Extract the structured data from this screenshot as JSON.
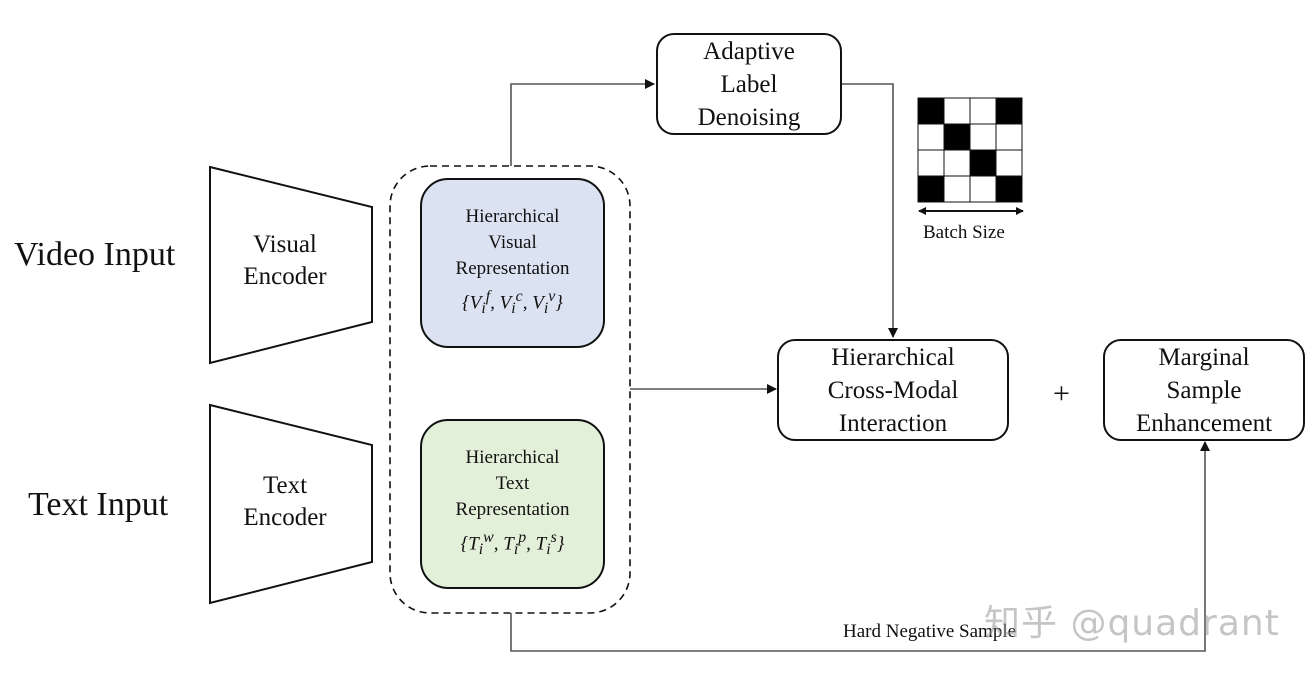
{
  "inputs": {
    "video": "Video Input",
    "text": "Text Input"
  },
  "encoders": {
    "visual": [
      "Visual",
      "Encoder"
    ],
    "text": [
      "Text",
      "Encoder"
    ]
  },
  "representations": {
    "visual": {
      "lines": [
        "Hierarchical",
        "Visual",
        "Representation"
      ],
      "math": "{V_i^f, V_i^c, V_i^v}",
      "fill": "#dbe3f3"
    },
    "text": {
      "lines": [
        "Hierarchical",
        "Text",
        "Representation"
      ],
      "math": "{T_i^w, T_i^p, T_i^s}",
      "fill": "#e2efd9"
    }
  },
  "modules": {
    "denoising": [
      "Adaptive",
      "Label",
      "Denoising"
    ],
    "interaction": [
      "Hierarchical",
      "Cross-Modal",
      "Interaction"
    ],
    "enhancement": [
      "Marginal",
      "Sample",
      "Enhancement"
    ]
  },
  "plus": "+",
  "matrix": {
    "label": "Batch Size",
    "grid": [
      [
        1,
        0,
        0,
        1
      ],
      [
        0,
        1,
        0,
        0
      ],
      [
        0,
        0,
        1,
        0
      ],
      [
        1,
        0,
        0,
        1
      ]
    ]
  },
  "edge_labels": {
    "hard_negative": "Hard Negative Sample"
  },
  "watermark": "知乎 @quadrant"
}
